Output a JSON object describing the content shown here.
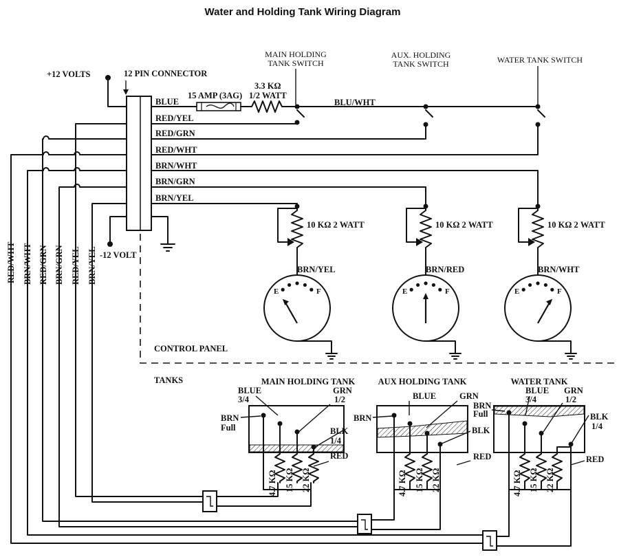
{
  "title": "Water and Holding Tank Wiring Diagram",
  "power": {
    "plus": "+12 VOLTS",
    "minus": "-12 VOLT"
  },
  "connector": {
    "label": "12 PIN CONNECTOR"
  },
  "fuse": {
    "label": "15 AMP (3AG)"
  },
  "resistor": {
    "value": "3.3 KΩ",
    "rating": "1/2 WATT"
  },
  "switches": {
    "main": [
      "MAIN HOLDING",
      "TANK SWITCH"
    ],
    "aux": [
      "AUX. HOLDING",
      "TANK SWITCH"
    ],
    "water": "WATER TANK SWITCH"
  },
  "connector_wires": [
    "BLUE",
    "RED/YEL",
    "RED/GRN",
    "RED/WHT",
    "BRN/WHT",
    "BRN/GRN",
    "BRN/YEL"
  ],
  "bus_label": "BLU/WHT",
  "left_wires": [
    "RED/WHT",
    "BRN/WHT",
    "RED/GRN",
    "BRN/GRN",
    "RED/YEL",
    "BRN/YEL"
  ],
  "pots": [
    "10 KΩ  2 WATT",
    "10 KΩ  2 WATT",
    "10 KΩ  2 WATT"
  ],
  "gauge_wires": [
    "BRN/YEL",
    "BRN/RED",
    "BRN/WHT"
  ],
  "gauge_marks": {
    "empty": "E",
    "full": "F"
  },
  "gauge_needles": [
    "E",
    "half",
    "F"
  ],
  "sections": {
    "panel": "CONTROL PANEL",
    "tanks": "TANKS"
  },
  "tanks": [
    {
      "name": "MAIN HOLDING TANK",
      "blue": [
        "BLUE",
        "3/4"
      ],
      "grn": [
        "GRN",
        "1/2"
      ],
      "brn": [
        "BRN",
        "Full"
      ],
      "blk": [
        "BLK",
        "1/4"
      ],
      "red": "RED",
      "resistors": [
        "4.7 KΩ",
        "15 KΩ",
        "22 KΩ"
      ],
      "level": 0.15
    },
    {
      "name": "AUX HOLDING TANK",
      "blue": [
        "BLUE"
      ],
      "grn": [
        "GRN"
      ],
      "brn": [
        "BRN"
      ],
      "blk": [
        "BLK"
      ],
      "red": "RED",
      "resistors": [
        "4.7 KΩ",
        "15 KΩ",
        "22 KΩ"
      ],
      "level": 0.5
    },
    {
      "name": "WATER TANK",
      "blue": [
        "BLUE",
        "3/4"
      ],
      "grn": [
        "GRN",
        "1/2"
      ],
      "brn": [
        "BRN",
        "Full"
      ],
      "blk": [
        "BLK",
        "1/4"
      ],
      "red": "RED",
      "resistors": [
        "4.7 KΩ",
        "15 KΩ",
        "22 KΩ"
      ],
      "level": 0.95
    }
  ]
}
